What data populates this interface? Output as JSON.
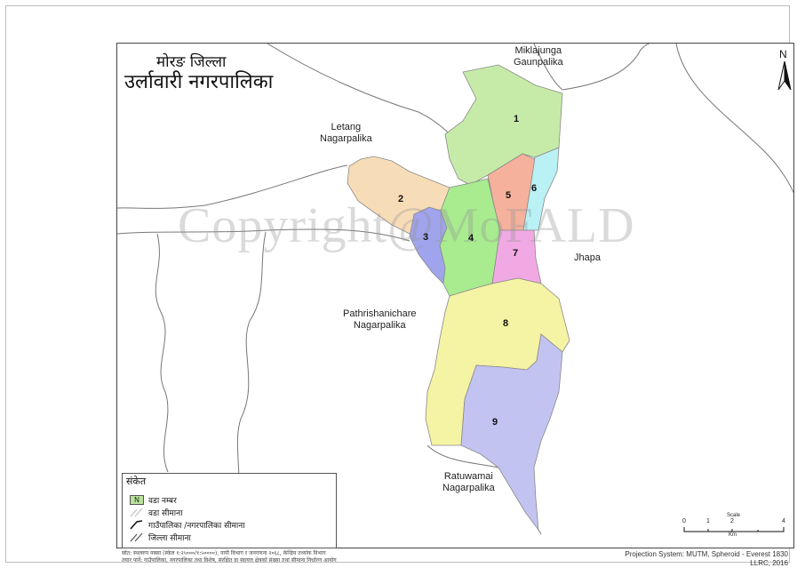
{
  "title": {
    "district": "मोरङ जिल्ला",
    "municipality": "उर्लावारी नगरपालिका"
  },
  "watermark": "Copyright@MoFALD",
  "neighbours": [
    {
      "id": "miklajunga",
      "text": "Miklajunga\nGaunpalika"
    },
    {
      "id": "letang",
      "text": "Letang\nNagarpalika"
    },
    {
      "id": "jhapa",
      "text": "Jhapa"
    },
    {
      "id": "pathrishanichare",
      "text": "Pathrishanichare\nNagarpalika"
    },
    {
      "id": "ratuwamai",
      "text": "Ratuwamai\nNagarpalika"
    }
  ],
  "wards": [
    {
      "number": "1",
      "color": "#c6eba8"
    },
    {
      "number": "2",
      "color": "#f7dcb8"
    },
    {
      "number": "3",
      "color": "#9fa4ec"
    },
    {
      "number": "4",
      "color": "#a8ec8f"
    },
    {
      "number": "5",
      "color": "#f6b19c"
    },
    {
      "number": "6",
      "color": "#b9f1f5"
    },
    {
      "number": "7",
      "color": "#f1a9e4"
    },
    {
      "number": "8",
      "color": "#f5f3a4"
    },
    {
      "number": "9",
      "color": "#c3c3f2"
    }
  ],
  "north_label": "N",
  "legend": {
    "title": "संकेत",
    "items": [
      {
        "symbol_text": "N",
        "label": "वडा नम्बर"
      },
      {
        "label": "वडा सीमाना"
      },
      {
        "label": "गाउँपालिका /नगरपालिका सीमाना"
      },
      {
        "label": "जिल्ला सीमाना"
      }
    ]
  },
  "source": {
    "line1": "स्रोत: स्थलरुप नक्सा (स्केल १:२५०००/१:५००००), नापी विभाग र जनगणना २०६८, केन्द्रिय तथ्यांक विभाग",
    "line2": "तयार पार्ने: गाउँपालिका, नगरपालिका तथा विशेष, संरक्षित वा स्वायत्त क्षेत्रको संख्या तथा सीमाना निर्धारण आयोग"
  },
  "projection": {
    "line1": "Projection System: MUTM, Spheroid - Everest 1830",
    "line2": "LLRC, 2016"
  },
  "scale": {
    "title": "Scale",
    "ticks": [
      "0",
      "1",
      "2",
      "4"
    ],
    "unit": "Km"
  },
  "colors": {
    "ward_border": "#8a8a8a",
    "boundary": "#777777",
    "frame": "#444444"
  }
}
